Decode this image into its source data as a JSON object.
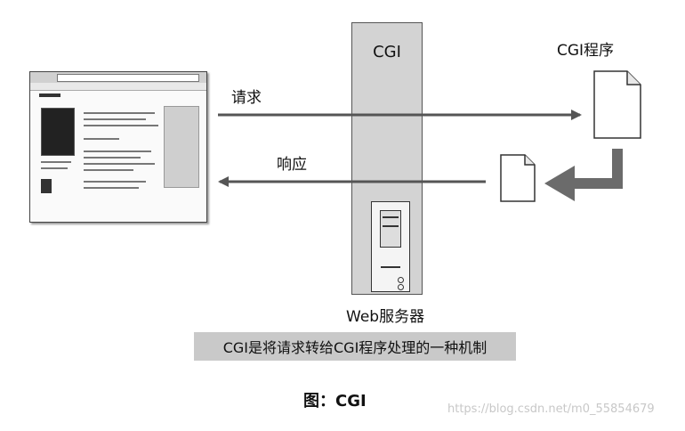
{
  "diagram": {
    "server_label": "CGI",
    "server_caption": "Web服务器",
    "program_label": "CGI程序",
    "request_label": "请求",
    "response_label": "响应",
    "caption": "CGI是将请求转给CGI程序处理的一种机制",
    "figure_title": "图：CGI"
  },
  "watermark": "https://blog.csdn.net/m0_55854679"
}
